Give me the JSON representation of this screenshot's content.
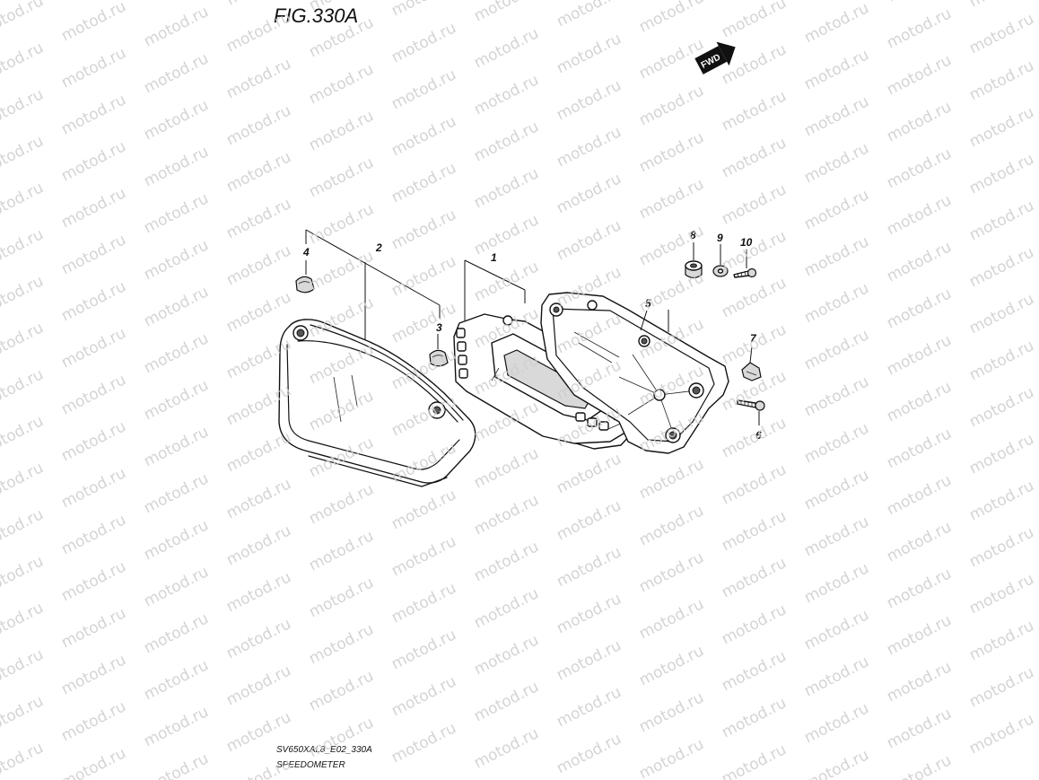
{
  "figure": {
    "title": "FIG.330A"
  },
  "direction": {
    "label": "FWD"
  },
  "callouts": [
    "1",
    "2",
    "3",
    "4",
    "5",
    "6",
    "7",
    "8",
    "9",
    "10"
  ],
  "footer": {
    "code": "SV650XAL8_E02_330A",
    "name": "SPEEDOMETER"
  },
  "watermark": {
    "text": "motod.ru",
    "color": "#cdcdcd"
  }
}
